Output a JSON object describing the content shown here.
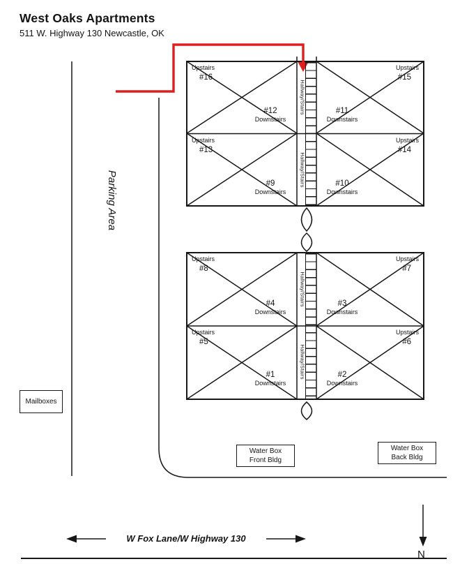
{
  "header": {
    "title": "West Oaks Apartments",
    "address": "511 W. Highway 130 Newcastle, OK"
  },
  "map": {
    "parking_label": "Parking Area",
    "mailboxes_label": "Mailboxes",
    "hallway_label": "Hallway/Stairs",
    "upstairs_word": "Upstairs",
    "downstairs_word": "Downstairs",
    "road_label": "W Fox Lane/W Highway 130",
    "north_label": "N",
    "water_front": {
      "line1": "Water Box",
      "line2": "Front Bldg"
    },
    "water_back": {
      "line1": "Water Box",
      "line2": "Back Bldg"
    }
  },
  "buildings": {
    "back": {
      "tl": {
        "up": "#16",
        "down": "#12"
      },
      "tr": {
        "up": "#15",
        "down": "#11"
      },
      "bl": {
        "up": "#13",
        "down": "#9"
      },
      "br": {
        "up": "#14",
        "down": "#10"
      }
    },
    "front": {
      "tl": {
        "up": "#8",
        "down": "#4"
      },
      "tr": {
        "up": "#7",
        "down": "#3"
      },
      "bl": {
        "up": "#5",
        "down": "#1"
      },
      "br": {
        "up": "#6",
        "down": "#2"
      }
    }
  },
  "colors": {
    "route": "#df1e1e",
    "ink": "#171717"
  }
}
